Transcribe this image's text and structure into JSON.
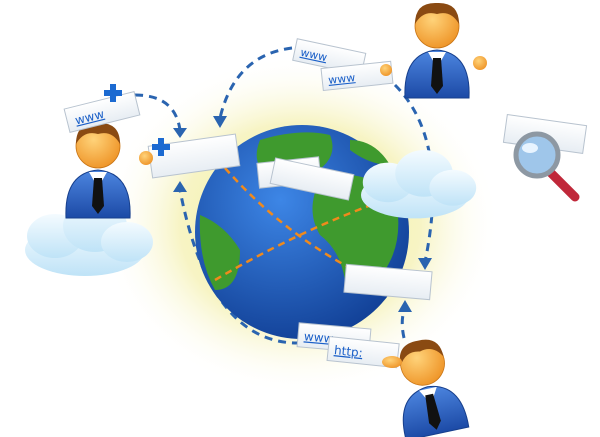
{
  "labels": {
    "left_paper": "www",
    "top_paper_1": "www",
    "top_paper_2": "www",
    "bottom_paper_1": "www",
    "bottom_paper_2": "http:"
  },
  "colors": {
    "link_blue": "#1a5fc8",
    "arrow_blue": "#2a64b0",
    "route_orange": "#f08a1c",
    "ocean": "#1d56b8",
    "land": "#3f9a2e",
    "suit": "#2a5fbf",
    "skin": "#f6a53c",
    "hair": "#8a4a12",
    "glow": "#f4f1a8"
  },
  "icons": [
    "globe-icon",
    "person-icon",
    "document-icon",
    "plus-icon",
    "magnifier-icon",
    "cloud-icon",
    "arrow-icon"
  ]
}
